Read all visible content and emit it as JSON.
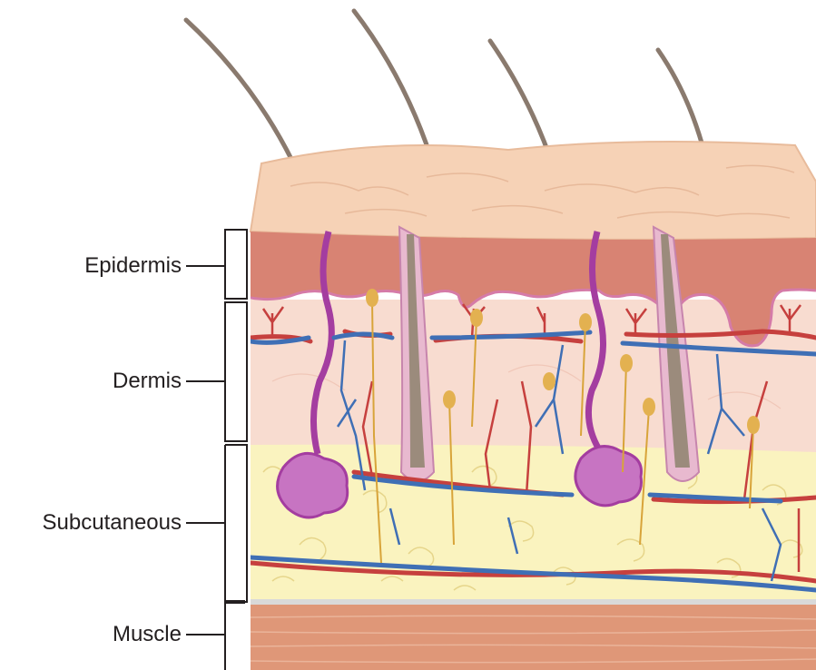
{
  "labels": {
    "epidermis": "Epidermis",
    "dermis": "Dermis",
    "subcutaneous": "Subcutaneous",
    "muscle": "Muscle"
  },
  "colors": {
    "surface": "#f6d2b6",
    "epidermis": "#d88373",
    "dermis": "#f8dcd0",
    "subcutaneous": "#faf3bf",
    "fat_outline": "#e6d58a",
    "muscle": "#df9778",
    "artery": "#c6403e",
    "vein": "#3f6fb5",
    "nerve": "#d8a43a",
    "sweat_gland": "#a43da0",
    "hair": "#8a7a6e",
    "leader_line": "#231f20"
  }
}
